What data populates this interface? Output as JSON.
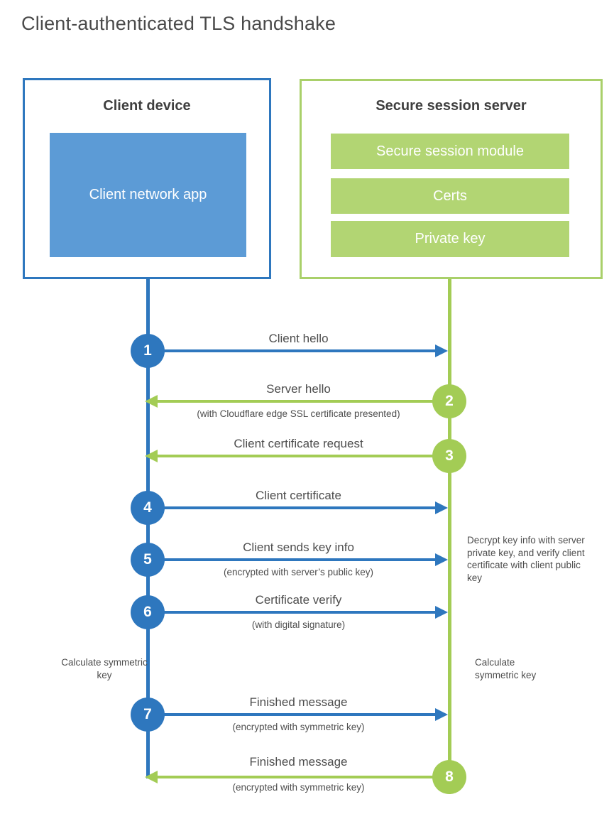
{
  "title": "Client-authenticated TLS handshake",
  "colors": {
    "blue_primary": "#2e77be",
    "blue_light": "#5c9bd6",
    "green_primary": "#a3cc55",
    "green_light": "#b2d573",
    "text_dark": "#3f3f3f",
    "text_body": "#4d4d4d"
  },
  "client_box": {
    "title": "Client device",
    "app_label": "Client network app"
  },
  "server_box": {
    "title": "Secure session server",
    "modules": [
      "Secure session module",
      "Certs",
      "Private key"
    ]
  },
  "steps": [
    {
      "num": "1",
      "direction": "client-to-server",
      "label": "Client hello",
      "sub": ""
    },
    {
      "num": "2",
      "direction": "server-to-client",
      "label": "Server hello",
      "sub": "(with Cloudflare edge SSL certificate presented)"
    },
    {
      "num": "3",
      "direction": "server-to-client",
      "label": "Client certificate request",
      "sub": ""
    },
    {
      "num": "4",
      "direction": "client-to-server",
      "label": "Client certificate",
      "sub": ""
    },
    {
      "num": "5",
      "direction": "client-to-server",
      "label": "Client sends key info",
      "sub": "(encrypted with server’s public key)"
    },
    {
      "num": "6",
      "direction": "client-to-server",
      "label": "Certificate verify",
      "sub": "(with digital signature)"
    },
    {
      "num": "7",
      "direction": "client-to-server",
      "label": "Finished message",
      "sub": "(encrypted with symmetric key)"
    },
    {
      "num": "8",
      "direction": "server-to-client",
      "label": "Finished message",
      "sub": "(encrypted with symmetric key)"
    }
  ],
  "notes": {
    "decrypt_note": "Decrypt key info with server private key, and verify client certificate with client public key",
    "calc_symmetric_left": "Calculate symmetric key",
    "calc_symmetric_right": "Calculate symmetric key"
  }
}
